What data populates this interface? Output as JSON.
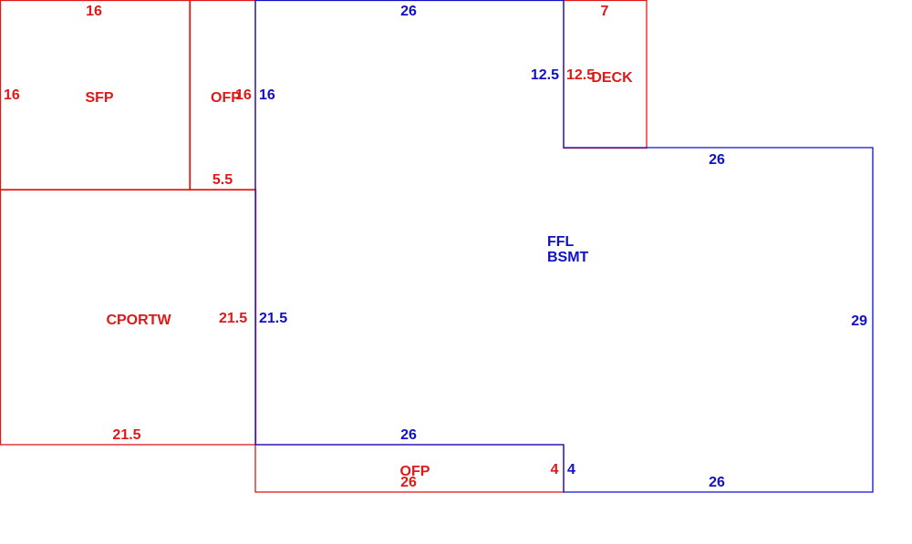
{
  "colors": {
    "accessory": "#e01818",
    "main": "#1010c8",
    "background": "#ffffff"
  },
  "areas": {
    "sfp": {
      "label": "SFP",
      "top": "16",
      "left": "16"
    },
    "ofp_top": {
      "label": "OFP",
      "right": "16",
      "bottom": "5.5"
    },
    "cportw": {
      "label": "CPORTW",
      "right": "21.5",
      "bottom": "21.5"
    },
    "deck": {
      "label": "DECK",
      "top": "7",
      "left": "12.5"
    },
    "ofp_bottom": {
      "label": "OFP",
      "bottom": "26",
      "right": "4"
    },
    "main": {
      "label_line1": "FFL",
      "label_line2": "BSMT",
      "top": "26",
      "left_upper": "16",
      "left_lower": "21.5",
      "deck_side": "12.5",
      "step_top": "26",
      "right": "29",
      "bottom_left": "26",
      "step_side": "4",
      "bottom_right": "26"
    }
  }
}
